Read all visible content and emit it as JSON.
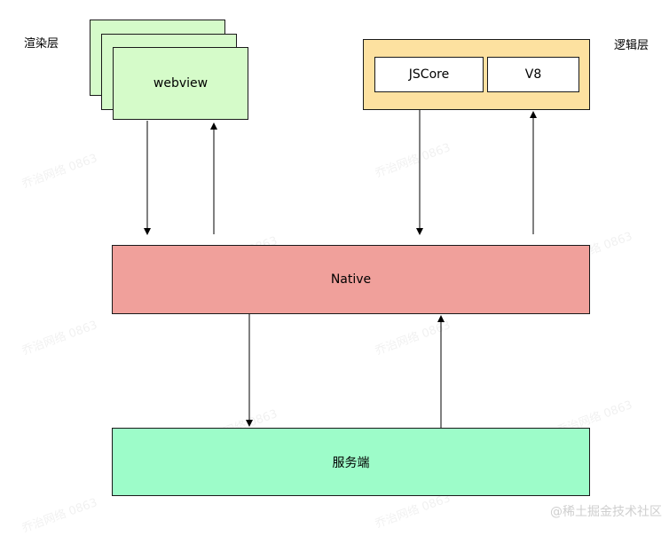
{
  "render_layer": {
    "label": "渲染层",
    "box": "webview"
  },
  "logic_layer": {
    "label": "逻辑层",
    "engines": [
      "JSCore",
      "V8"
    ]
  },
  "native": {
    "label": "Native"
  },
  "server": {
    "label": "服务端"
  },
  "watermark": "乔治网络 0863",
  "footer": "@稀土掘金技术社区",
  "colors": {
    "render": "#d5fbc9",
    "logic": "#fde1a0",
    "native": "#f0a09b",
    "server": "#9dfcc9"
  }
}
